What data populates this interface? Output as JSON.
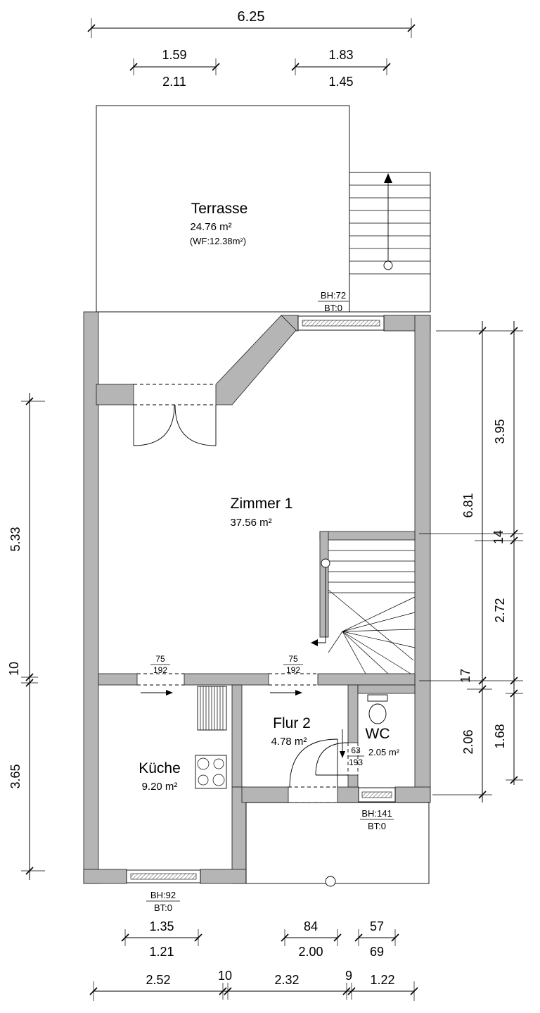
{
  "plan": {
    "rooms": {
      "terrasse": {
        "name": "Terrasse",
        "area": "24.76 m²",
        "wf": "(WF:12.38m²)"
      },
      "zimmer1": {
        "name": "Zimmer 1",
        "area": "37.56 m²"
      },
      "kueche": {
        "name": "Küche",
        "area": "9.20 m²"
      },
      "flur2": {
        "name": "Flur 2",
        "area": "4.78 m²"
      },
      "wc": {
        "name": "WC",
        "area": "2.05 m²"
      }
    },
    "windows": {
      "top": {
        "bh": "BH:72",
        "bt": "BT:0"
      },
      "right": {
        "bh": "BH:141",
        "bt": "BT:0"
      },
      "bottom": {
        "bh": "BH:92",
        "bt": "BT:0"
      }
    },
    "doors": {
      "kueche": {
        "w": "75",
        "h": "192"
      },
      "flur": {
        "w": "75",
        "h": "192"
      },
      "wc": {
        "w": "63",
        "h": "193"
      }
    },
    "dims": {
      "top": {
        "total": "6.25",
        "left_over": "1.59",
        "left_under": "2.11",
        "right_over": "1.83",
        "right_under": "1.45"
      },
      "left": {
        "a": "5.33",
        "b": "10",
        "c": "3.65"
      },
      "right_inner": {
        "a": "6.81",
        "b": "17",
        "c": "2.06"
      },
      "right_outer": {
        "a": "3.95",
        "b": "14",
        "c": "2.72",
        "d": "1.68"
      },
      "bottom1": {
        "a_over": "1.35",
        "a_under": "1.21",
        "b_over": "84",
        "b_under": "2.00",
        "c_over": "57",
        "c_under": "69"
      },
      "bottom2": {
        "a": "2.52",
        "b": "10",
        "c": "2.32",
        "d": "9",
        "e": "1.22"
      }
    },
    "colors": {
      "wall": "#b5b5b5",
      "line": "#000000",
      "background": "#ffffff"
    }
  }
}
